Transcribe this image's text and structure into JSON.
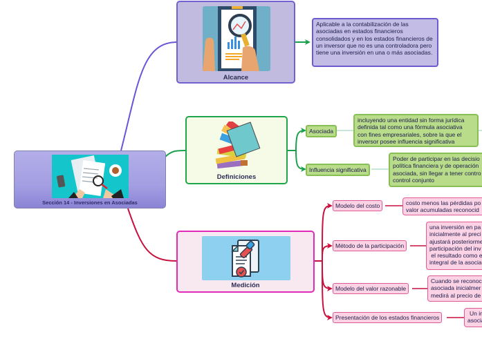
{
  "root": {
    "title": "Sección 14 - Inversiones en Asociadas",
    "image_icon": "newspaper-magnifier-icon"
  },
  "branches": {
    "alcance": {
      "title": "Alcance",
      "image_icon": "report-magnifier-icon",
      "note": "Aplicable a la contabilización de las asociadas en estados financieros consolidados y en los estados financieros de un inversor que no es una controladora pero tiene una inversión en una o más asociadas."
    },
    "definiciones": {
      "title": "Definiciones",
      "image_icon": "books-stack-icon",
      "children": [
        {
          "label": "Asociada",
          "note_lines": [
            "incluyendo una entidad sin forma jurídica",
            "definida tal como una fórmula asociativa",
            "con fines empresariales, sobre la que el",
            "inversor posee influencia significativa"
          ]
        },
        {
          "label": "Influencia significativa",
          "note_lines": [
            "Poder de participar en las decisio",
            "política financiera y de operación",
            "asociada, sin llegar a tener contro",
            "control conjunto"
          ]
        }
      ]
    },
    "medicion": {
      "title": "Medición",
      "image_icon": "certified-document-icon",
      "children": [
        {
          "label": "Modelo del costo",
          "note_lines": [
            "costo menos las pérdidas po",
            "valor acumuladas reconocid"
          ]
        },
        {
          "label": "Método de la participación",
          "note_lines": [
            "una inversión en pa",
            "inicialmente al preci",
            "ajustará posteriorme",
            "participación del inv",
            " el resultado como e",
            "integral de la asocia"
          ]
        },
        {
          "label": "Modelo del valor razonable",
          "note_lines": [
            "Cuando se reconoc",
            "asociada inicialmer",
            "medirá al precio de"
          ]
        },
        {
          "label": "Presentación de los estados financieros",
          "note_lines": [
            "Un in",
            "asocia"
          ]
        }
      ]
    }
  },
  "colors": {
    "alcance_branch": "#6a55d6",
    "definiciones_branch": "#1aa04a",
    "medicion_branch": "#c8103e",
    "root_fill": "#a49ee2"
  }
}
